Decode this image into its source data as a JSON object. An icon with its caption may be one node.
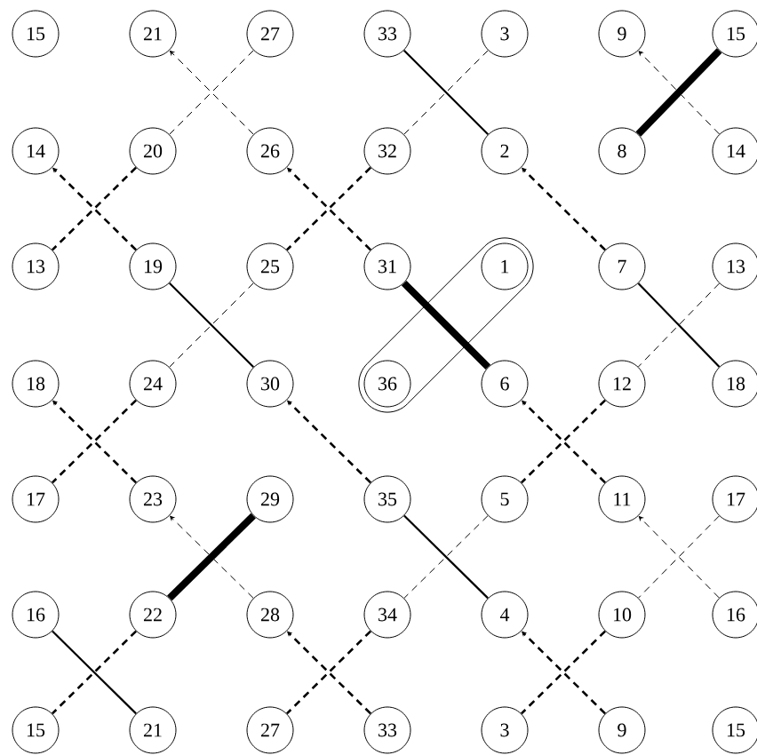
{
  "diagram": {
    "nodes": [
      {
        "text": [
          "15"
        ]
      },
      {
        "text": [
          "21"
        ]
      },
      {
        "text": [
          "27"
        ]
      },
      {
        "text": [
          "33"
        ]
      },
      {
        "text": [
          "3"
        ]
      },
      {
        "text": [
          "9"
        ]
      },
      {
        "text": [
          "15"
        ]
      },
      {
        "text": [
          "14"
        ]
      },
      {
        "text": [
          "20"
        ]
      },
      {
        "text": [
          "26"
        ]
      },
      {
        "text": [
          "32"
        ]
      },
      {
        "text": [
          "2"
        ]
      },
      {
        "text": [
          "8"
        ]
      },
      {
        "text": [
          "14"
        ]
      },
      {
        "text": [
          "13"
        ]
      },
      {
        "text": [
          "19"
        ]
      },
      {
        "text": [
          "25"
        ]
      },
      {
        "text": [
          "31"
        ]
      },
      {
        "text": [
          "1"
        ]
      },
      {
        "text": [
          "7"
        ]
      },
      {
        "text": [
          "13"
        ]
      },
      {
        "text": [
          "18"
        ]
      },
      {
        "text": [
          "24"
        ]
      },
      {
        "text": [
          "30"
        ]
      },
      {
        "text": [
          "36"
        ]
      },
      {
        "text": [
          "6"
        ]
      },
      {
        "text": [
          "12"
        ]
      },
      {
        "text": [
          "18"
        ]
      },
      {
        "text": [
          "17"
        ]
      },
      {
        "text": [
          "23"
        ]
      },
      {
        "text": [
          "29"
        ]
      },
      {
        "text": [
          "35"
        ]
      },
      {
        "text": [
          "5"
        ]
      },
      {
        "text": [
          "11"
        ]
      },
      {
        "text": [
          "17"
        ]
      },
      {
        "text": [
          "16"
        ]
      },
      {
        "text": [
          "22"
        ]
      },
      {
        "text": [
          "28"
        ]
      },
      {
        "text": [
          "34"
        ]
      },
      {
        "text": [
          "4"
        ]
      },
      {
        "text": [
          "10"
        ]
      },
      {
        "text": [
          "16"
        ]
      },
      {
        "text": [
          "15"
        ]
      },
      {
        "text": [
          "21"
        ]
      },
      {
        "text": [
          "27"
        ]
      },
      {
        "text": [
          "33"
        ]
      },
      {
        "text": [
          "3"
        ]
      },
      {
        "text": [
          "9"
        ]
      },
      {
        "text": [
          "15"
        ]
      }
    ],
    "edges": [
      {
        "from": 9,
        "to": 1,
        "arrow": "to",
        "style": "dashed"
      },
      {
        "from": 2,
        "to": 8,
        "arrow": "none",
        "style": "dashed"
      },
      {
        "from": 3,
        "to": 11,
        "arrow": "none"
      },
      {
        "from": 4,
        "to": 10,
        "arrow": "none",
        "style": "dashed"
      },
      {
        "from": 13,
        "to": 5,
        "arrow": "to",
        "style": "dashed"
      },
      {
        "from": 6,
        "to": 12,
        "arrow": "none",
        "style": "thick"
      },
      {
        "from": 15,
        "to": 7,
        "arrow": "to",
        "style": "dashed"
      },
      {
        "from": 8,
        "to": 14,
        "arrow": "none",
        "style": "dashed"
      },
      {
        "from": 17,
        "to": 9,
        "arrow": "to",
        "style": "dashed"
      },
      {
        "from": 10,
        "to": 16,
        "arrow": "none",
        "style": "dashed"
      },
      {
        "from": 19,
        "to": 11,
        "arrow": "to",
        "style": "dashed"
      },
      {
        "from": 15,
        "to": 23,
        "arrow": "none"
      },
      {
        "from": 17,
        "to": 25,
        "arrow": "none",
        "style": "thick"
      },
      {
        "from": 19,
        "to": 27,
        "arrow": "none"
      },
      {
        "from": 16,
        "to": 22,
        "arrow": "none",
        "style": "dashed"
      },
      {
        "from": 20,
        "to": 26,
        "arrow": "none",
        "style": "dashed"
      },
      {
        "from": 29,
        "to": 21,
        "arrow": "to",
        "style": "dashed"
      },
      {
        "from": 22,
        "to": 28,
        "arrow": "none",
        "style": "dashed"
      },
      {
        "from": 31,
        "to": 23,
        "arrow": "to",
        "style": "dashed"
      },
      {
        "from": 33,
        "to": 25,
        "arrow": "to",
        "style": "dashed"
      },
      {
        "from": 26,
        "to": 32,
        "arrow": "none",
        "style": "dashed"
      },
      {
        "from": 37,
        "to": 29,
        "arrow": "to",
        "style": "dashed"
      },
      {
        "from": 30,
        "to": 36,
        "arrow": "none",
        "style": "thick"
      },
      {
        "from": 31,
        "to": 39,
        "arrow": "none"
      },
      {
        "from": 32,
        "to": 38,
        "arrow": "none",
        "style": "dashed"
      },
      {
        "from": 41,
        "to": 33,
        "arrow": "to",
        "style": "dashed"
      },
      {
        "from": 34,
        "to": 40,
        "arrow": "none",
        "style": "dashed"
      },
      {
        "from": 35,
        "to": 43,
        "arrow": "none"
      },
      {
        "from": 36,
        "to": 42,
        "arrow": "none",
        "style": "dashed"
      },
      {
        "from": 45,
        "to": 37,
        "arrow": "to",
        "style": "dashed"
      },
      {
        "from": 38,
        "to": 44,
        "arrow": "none",
        "style": "dashed"
      },
      {
        "from": 47,
        "to": 39,
        "arrow": "to",
        "style": "dashed"
      },
      {
        "from": 40,
        "to": 46,
        "arrow": "none",
        "style": "dashed"
      }
    ]
  }
}
